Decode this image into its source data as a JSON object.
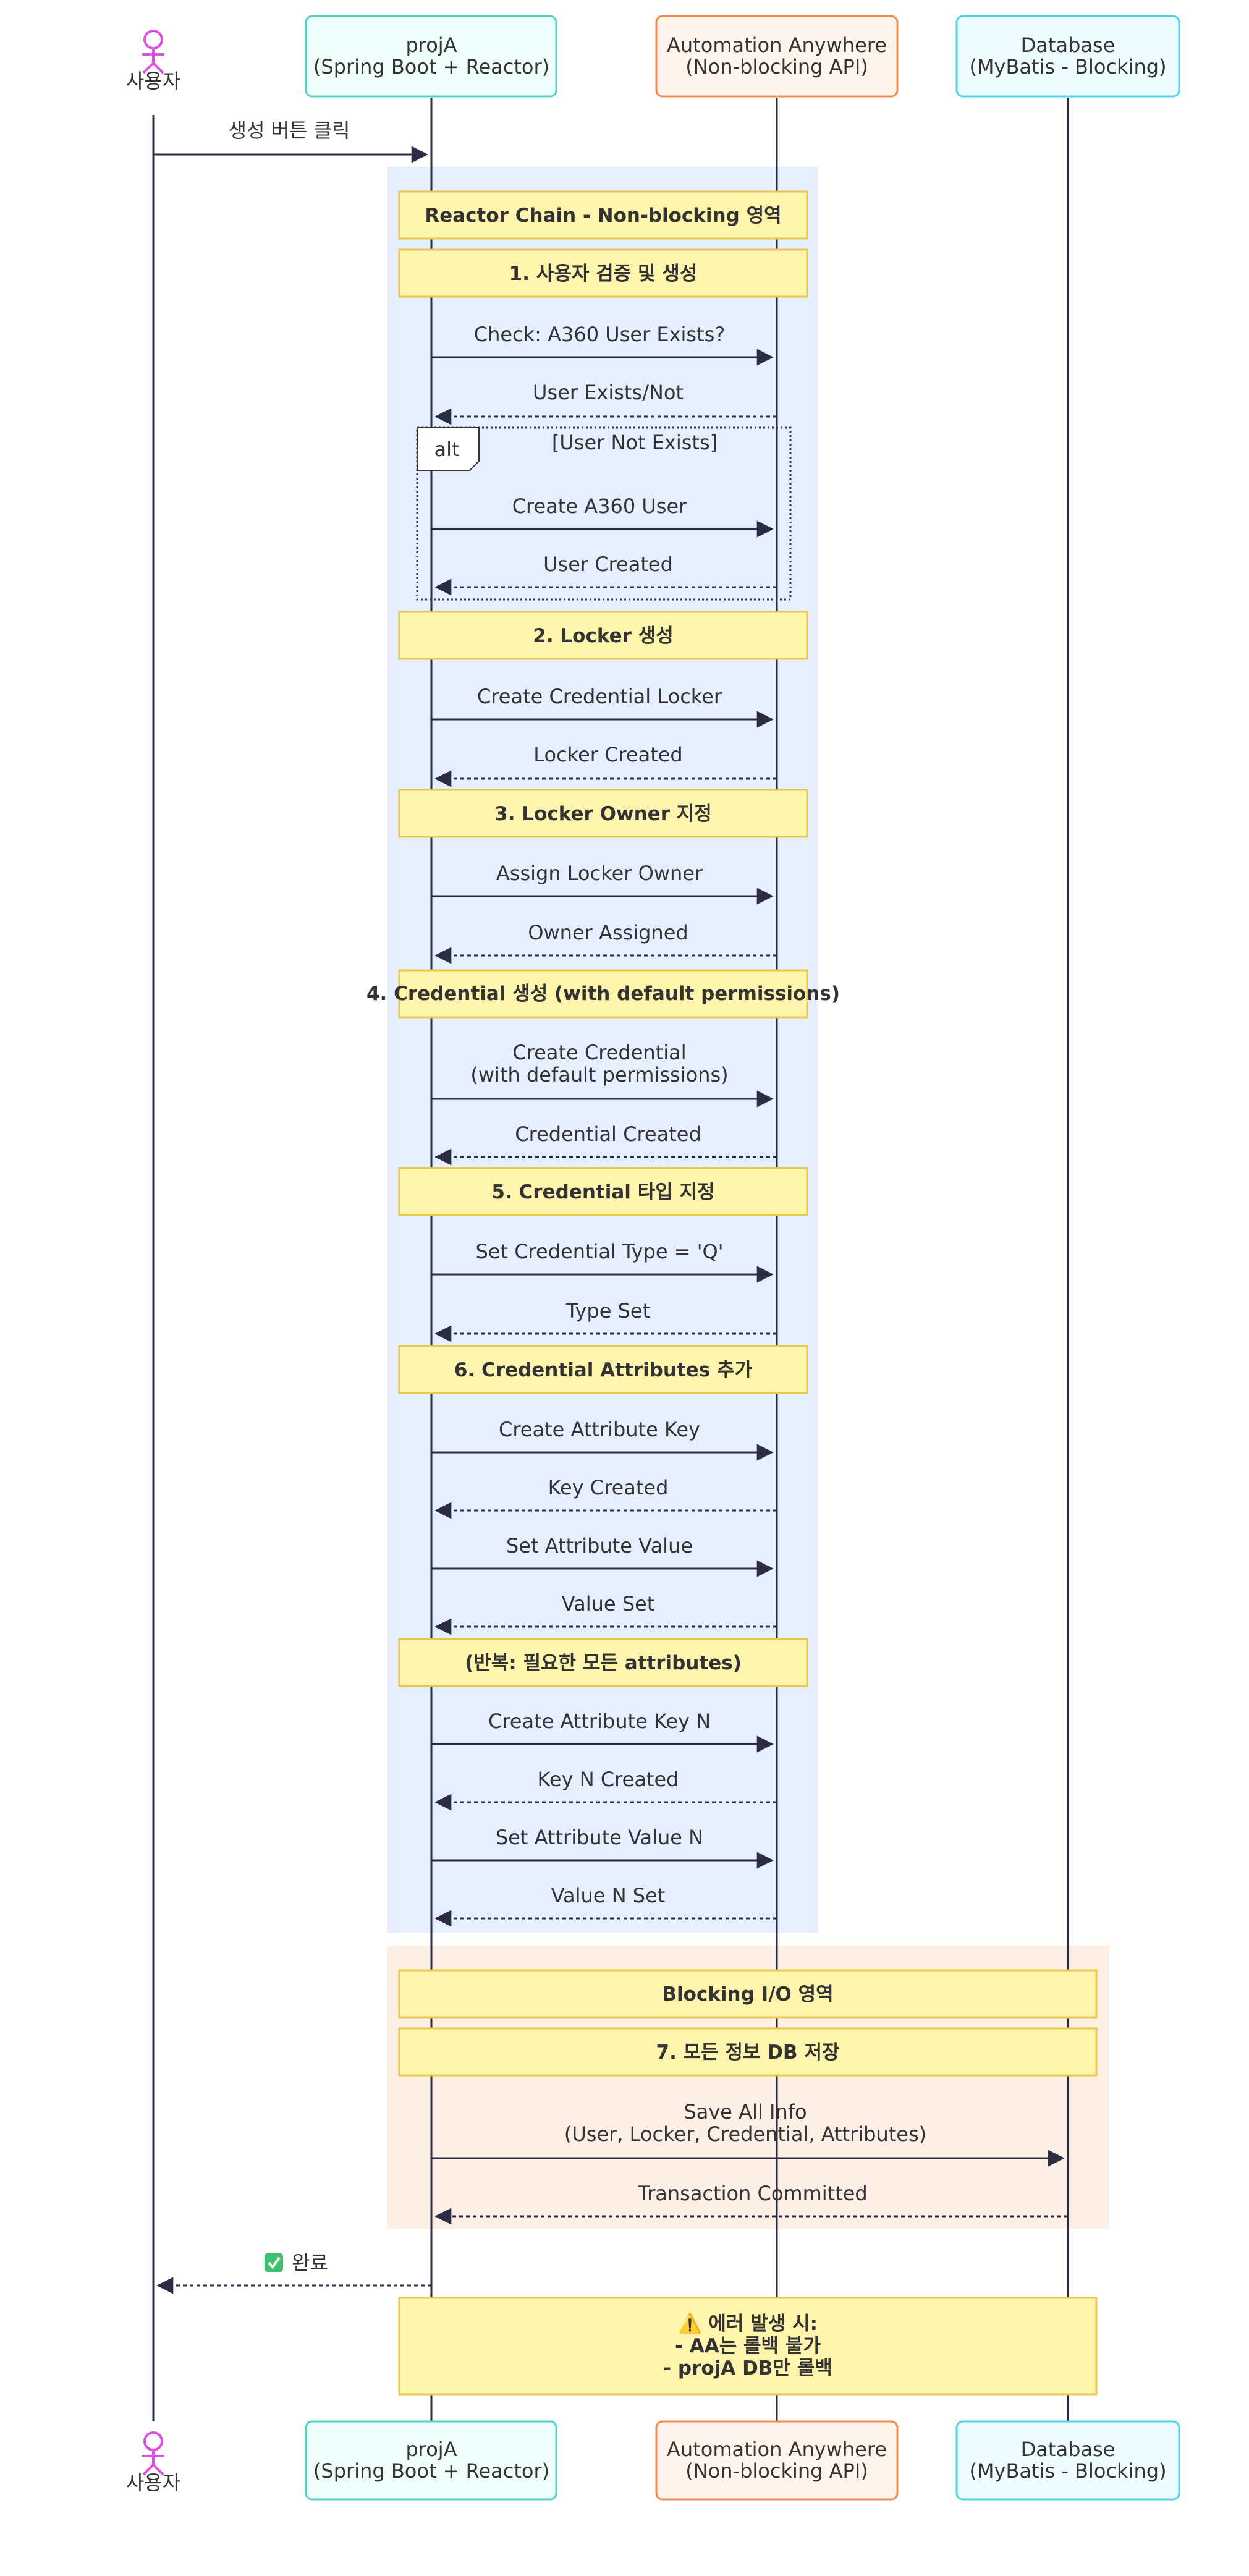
{
  "participants": {
    "user": {
      "label": "사용자"
    },
    "projA": {
      "line1": "projA",
      "line2": "(Spring Boot + Reactor)"
    },
    "aa": {
      "line1": "Automation Anywhere",
      "line2": "(Non-blocking API)"
    },
    "db": {
      "line1": "Database",
      "line2": "(MyBatis - Blocking)"
    }
  },
  "messages": {
    "click": "생성 버튼 클릭",
    "check_user": "Check: A360 User Exists?",
    "user_exists": "User Exists/Not",
    "create_user": "Create A360 User",
    "user_created": "User Created",
    "create_locker": "Create Credential Locker",
    "locker_created": "Locker Created",
    "assign_owner": "Assign Locker Owner",
    "owner_assigned": "Owner Assigned",
    "create_credential_1": "Create Credential",
    "create_credential_2": "(with default permissions)",
    "credential_created": "Credential Created",
    "set_type": "Set Credential Type = 'Q'",
    "type_set": "Type Set",
    "create_attr_key": "Create Attribute Key",
    "key_created": "Key Created",
    "set_attr_value": "Set Attribute Value",
    "value_set": "Value Set",
    "create_attr_key_n": "Create Attribute Key N",
    "key_n_created": "Key N Created",
    "set_attr_value_n": "Set Attribute Value N",
    "value_n_set": "Value N Set",
    "save_all_1": "Save All Info",
    "save_all_2": "(User, Locker, Credential, Attributes)",
    "tx_committed": "Transaction Committed",
    "done": "완료"
  },
  "notes": {
    "reactor_chain": "Reactor Chain - Non-blocking 영역",
    "step1": "1. 사용자 검증 및 생성",
    "step2": "2. Locker 생성",
    "step3": "3. Locker Owner 지정",
    "step4": "4. Credential 생성 (with default permissions)",
    "step5": "5. Credential 타입 지정",
    "step6": "6. Credential Attributes 추가",
    "repeat": "(반복: 필요한 모든 attributes)",
    "blocking_io": "Blocking I/O 영역",
    "step7": "7. 모든 정보 DB 저장",
    "error_1": "⚠️ 에러 발생 시:",
    "error_2": "- AA는 롤백 불가",
    "error_3": "- projA DB만 롤백"
  },
  "alt": {
    "keyword": "alt",
    "condition": "[User Not Exists]"
  },
  "colors": {
    "line": "#333333",
    "lifeline": "#2b2b44",
    "non_blocking_bg": "#e5efff",
    "blocking_bg": "#fdefe5",
    "note_fill": "#fff5ad",
    "note_stroke": "#e6c84a",
    "actor": "#e050e0",
    "projA_stroke": "#4fd1c5",
    "projA_fill": "#effdfb",
    "aa_stroke": "#f08a4b",
    "aa_fill": "#fff5ec",
    "db_stroke": "#4fd1e8",
    "db_fill": "#eefcff",
    "done_icon": "#3fbf6f"
  }
}
